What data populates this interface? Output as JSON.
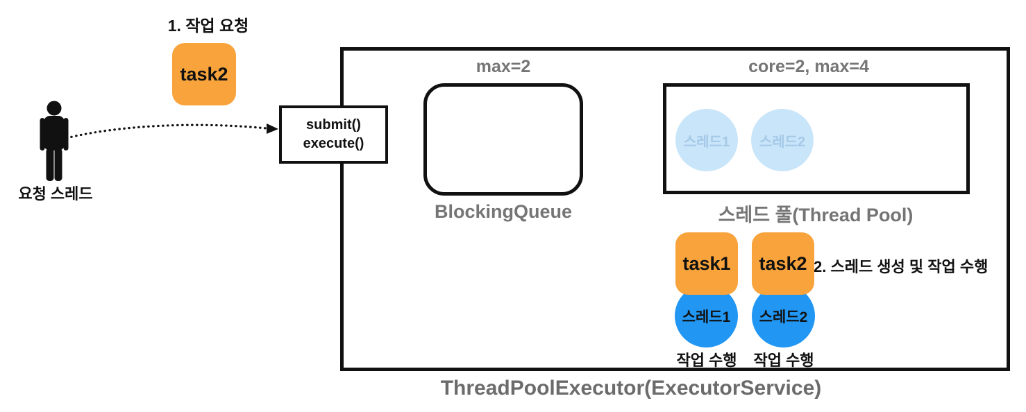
{
  "diagram": {
    "step1_label": "1. 작업 요청",
    "request_task": "task2",
    "requester_label": "요청 스레드",
    "submit_box": {
      "line1": "submit()",
      "line2": "execute()"
    },
    "executor": {
      "title": "ThreadPoolExecutor(ExecutorService)",
      "queue": {
        "capacity_label": "max=2",
        "name": "BlockingQueue"
      },
      "pool": {
        "capacity_label": "core=2, max=4",
        "name": "스레드 풀(Thread Pool)",
        "idle_threads": [
          "스레드1",
          "스레드2"
        ]
      },
      "step2_label": "2. 스레드 생성 및 작업 수행",
      "running": [
        {
          "task": "task1",
          "thread": "스레드1",
          "status": "작업 수행"
        },
        {
          "task": "task2",
          "thread": "스레드2",
          "status": "작업 수행"
        }
      ]
    },
    "colors": {
      "task_orange": "#F8A33B",
      "thread_blue": "#2196F3",
      "idle_blue_fill": "#C9E5F9",
      "idle_blue_text": "#A5C9E7",
      "label_gray": "#757575",
      "title_gray": "#6b6b6b",
      "line_black": "#111111"
    }
  }
}
